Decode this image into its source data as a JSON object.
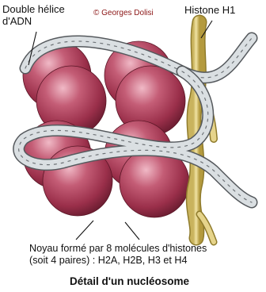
{
  "labels": {
    "dna_line1": "Double hélice",
    "dna_line2": "d'ADN",
    "credit": "© Georges Dolisi",
    "histone_h1": "Histone H1",
    "core_line1": "Noyau formé par 8 molécules d'histones",
    "core_line2": "(soit 4 paires) : H2A, H2B, H3 et H4",
    "title": "Détail d'un nucléosome"
  },
  "colors": {
    "histone_sphere": "#a83d57",
    "histone_sphere_light": "#e7a6b6",
    "histone_sphere_dark": "#6e1f33",
    "dna_strand": "#d9dde0",
    "dna_edge": "#55595d",
    "h1_fiber": "#ddca7c",
    "h1_edge": "#8f7b2c",
    "credit_text": "#8b1515"
  }
}
